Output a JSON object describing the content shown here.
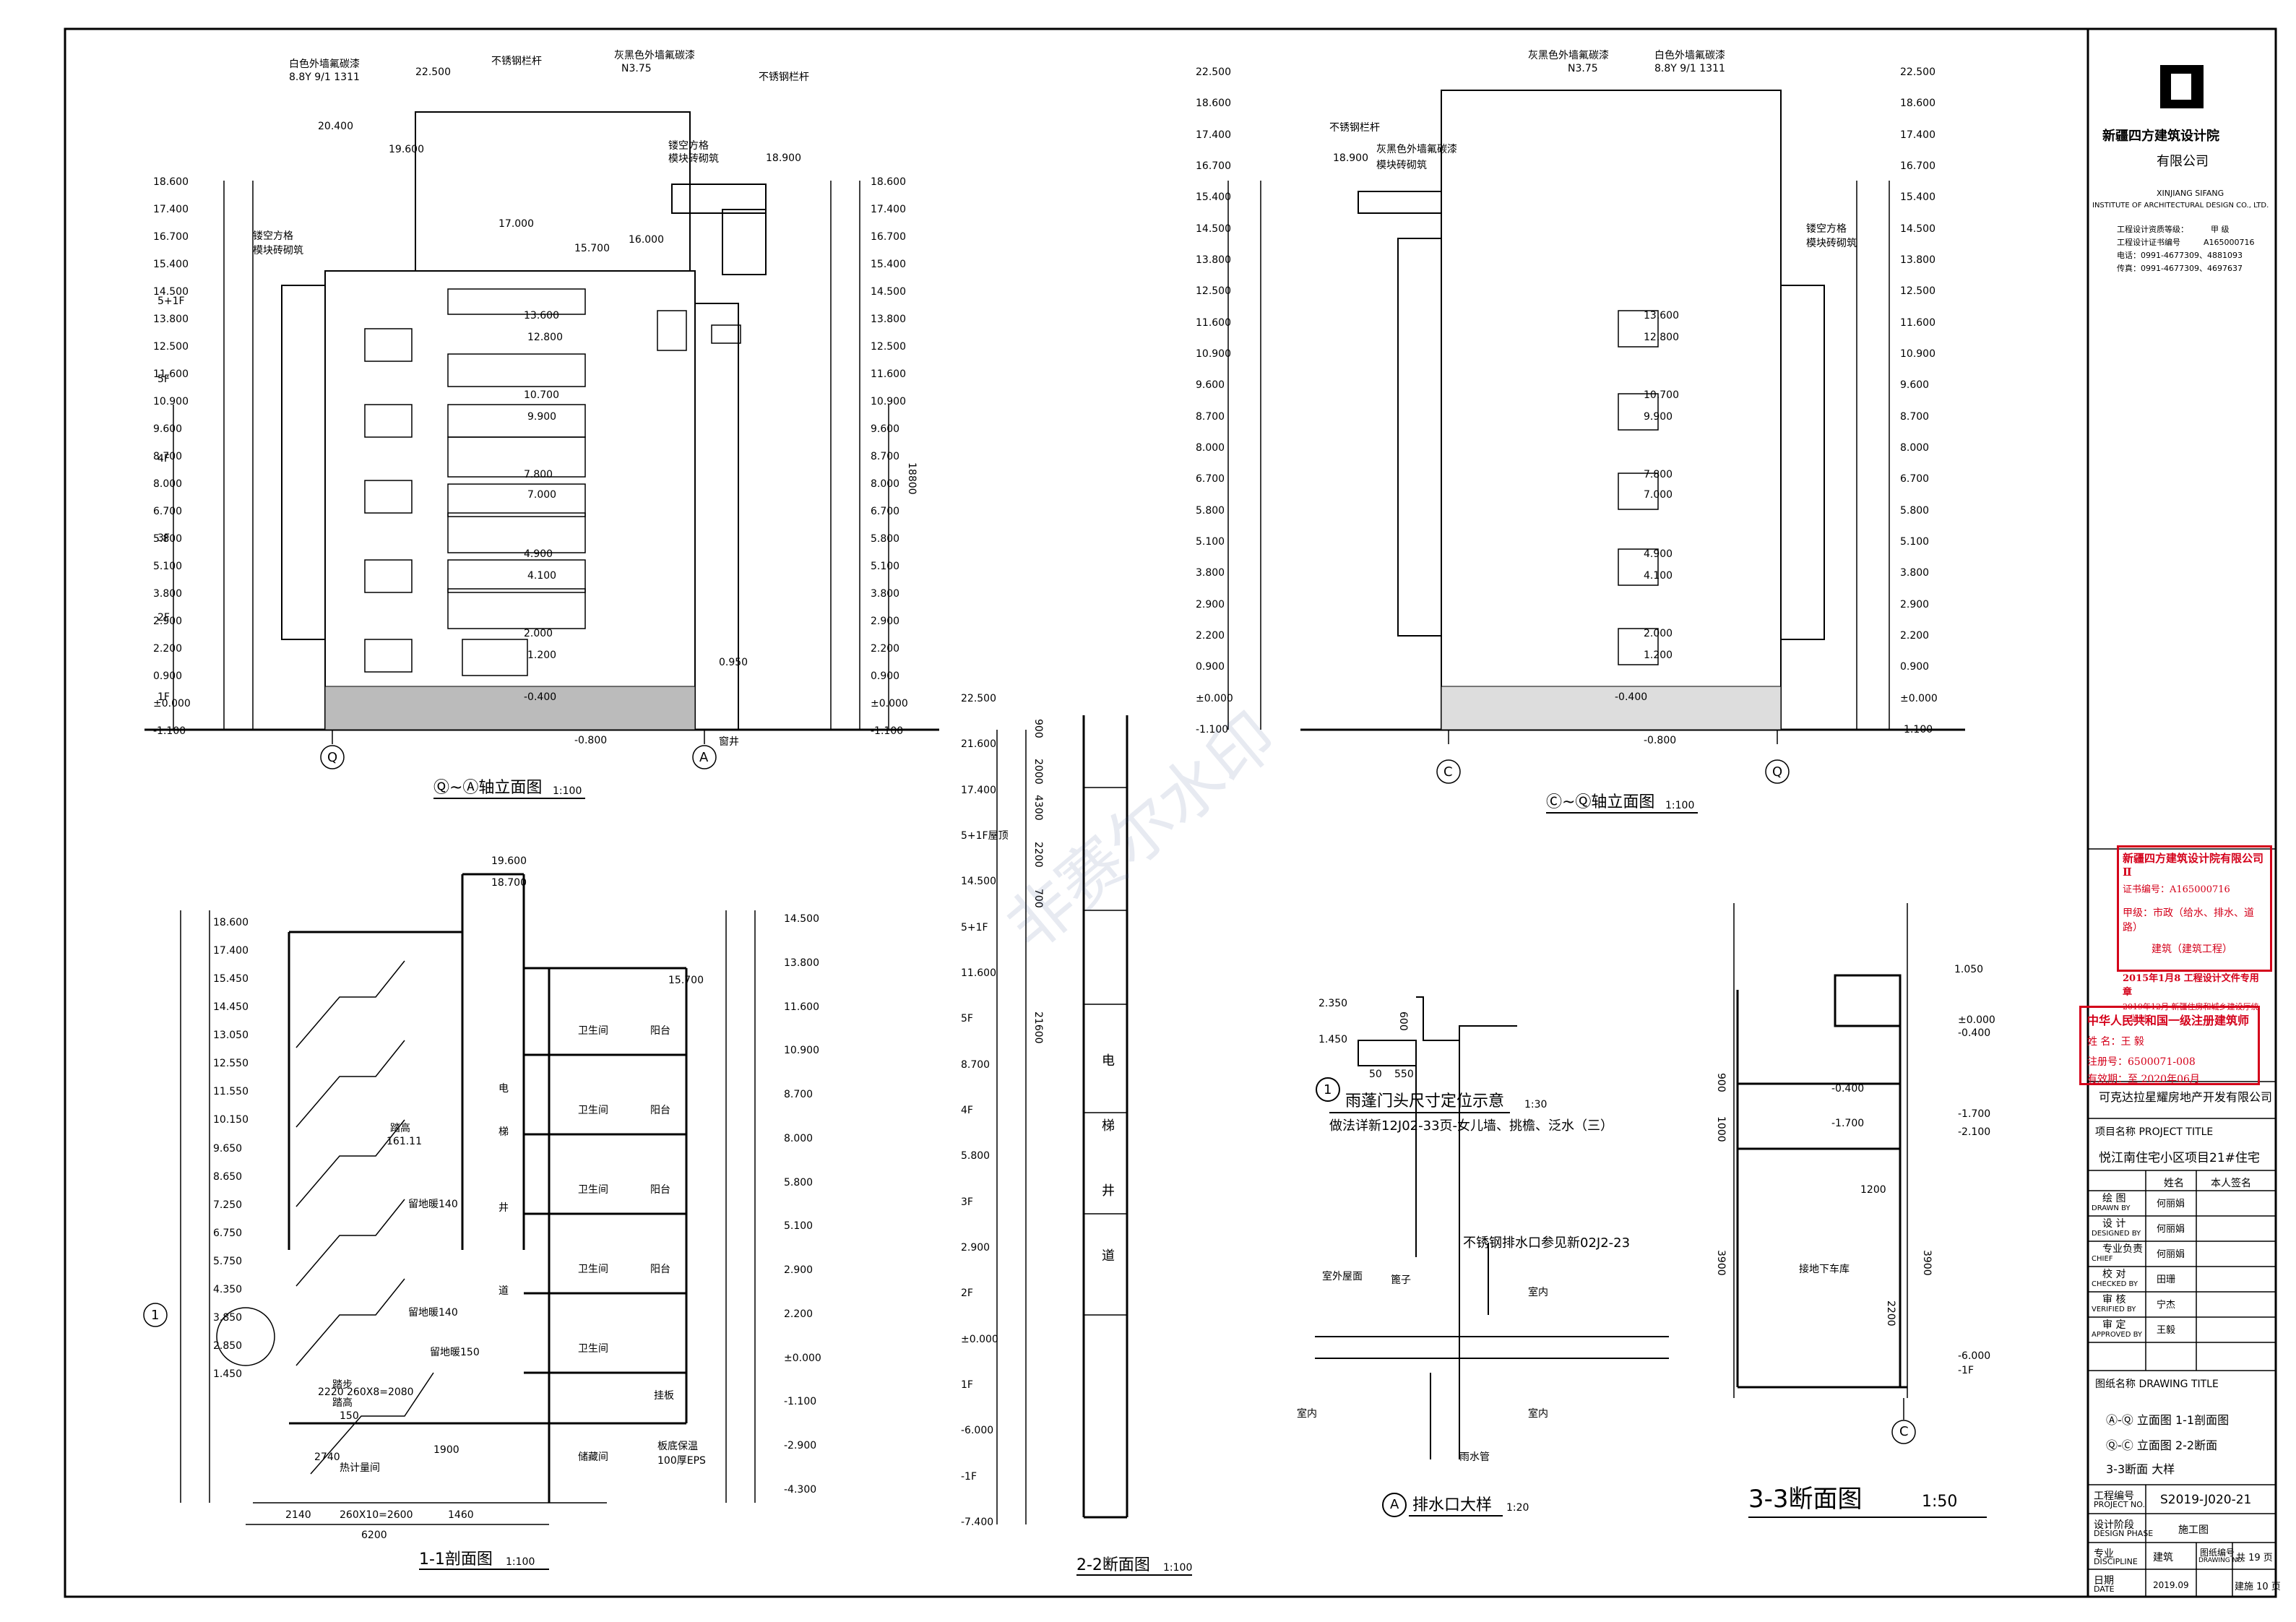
{
  "elevation_left": {
    "title": "Ⓠ~Ⓐ轴立面图",
    "scale": "1:100",
    "notes": [
      "白色外墙氟碳漆",
      "8.8Y 9/1 1311",
      "不锈钢栏杆",
      "灰黑色外墙氟碳漆",
      "N3.75",
      "不锈钢栏杆",
      "镂空方格",
      "模块砖砌筑",
      "镂空方格",
      "模块砖砌筑"
    ],
    "level_labels": [
      "18.600",
      "17.400",
      "16.700",
      "15.400",
      "14.500",
      "13.800",
      "12.500",
      "11.600",
      "10.900",
      "9.600",
      "8.700",
      "8.000",
      "6.700",
      "5.800",
      "5.100",
      "3.800",
      "2.900",
      "2.200",
      "0.900",
      "±0.000",
      "-1.100"
    ],
    "inner_levels": [
      "22.500",
      "20.400",
      "19.600",
      "18.900",
      "17.000",
      "15.700",
      "16.000",
      "13.600",
      "12.800",
      "10.700",
      "9.900",
      "7.800",
      "7.000",
      "4.900",
      "4.100",
      "2.000",
      "1.200",
      "0.950",
      "-0.400",
      "-0.800"
    ],
    "floors": [
      "5+1F",
      "5F",
      "4F",
      "3F",
      "2F",
      "1F"
    ],
    "axis_left": "Q",
    "axis_right": "A",
    "misc": [
      "窗井",
      "18800"
    ]
  },
  "elevation_right": {
    "title": "Ⓒ~Ⓠ轴立面图",
    "scale": "1:100",
    "notes": [
      "灰黑色外墙氟碳漆",
      "N3.75",
      "白色外墙氟碳漆",
      "8.8Y 9/1 1311",
      "不锈钢栏杆",
      "灰黑色外墙氟碳漆",
      "模块砖砌筑",
      "镂空方格",
      "模块砖砌筑"
    ],
    "level_labels": [
      "22.500",
      "18.600",
      "17.400",
      "16.700",
      "15.400",
      "14.500",
      "13.800",
      "12.500",
      "11.600",
      "10.900",
      "9.600",
      "8.700",
      "8.000",
      "6.700",
      "5.800",
      "5.100",
      "3.800",
      "2.900",
      "2.200",
      "0.900",
      "±0.000",
      "-1.100"
    ],
    "inner_levels": [
      "18.900",
      "13.600",
      "12.800",
      "10.700",
      "9.900",
      "7.800",
      "7.000",
      "4.900",
      "4.100",
      "2.000",
      "1.200",
      "-0.400",
      "-0.800"
    ],
    "axis_left": "C",
    "axis_right": "Q"
  },
  "section_1": {
    "title": "1-1剖面图",
    "scale": "1:100",
    "rooms": [
      "电",
      "梯",
      "井",
      "道",
      "卫生间",
      "阳台",
      "卫生间",
      "阳台",
      "卫生间",
      "阳台",
      "卫生间",
      "阳台",
      "卫生间",
      "储藏间"
    ],
    "labels": [
      "踏步",
      "留地暖140",
      "留地暖140",
      "留地暖150",
      "热计量间",
      "板底保温",
      "100厚EPS",
      "挂板",
      "踏高",
      "161.11",
      "踏高",
      "150"
    ],
    "levels": [
      "18.600",
      "17.400",
      "15.450",
      "14.450",
      "13.050",
      "12.550",
      "11.550",
      "10.150",
      "9.650",
      "8.650",
      "7.250",
      "6.750",
      "5.750",
      "4.350",
      "3.850",
      "2.850",
      "1.450",
      "19.600",
      "18.700",
      "15.700",
      "14.500",
      "13.800",
      "11.600",
      "10.900",
      "8.700",
      "8.000",
      "5.800",
      "5.100",
      "2.900",
      "2.200",
      "±0.000",
      "-1.100",
      "-2.900",
      "-4.300"
    ],
    "dims": [
      "2140",
      "260X10=2600",
      "1460",
      "6200",
      "2220",
      "260X8=2080",
      "2740",
      "1900"
    ]
  },
  "section_2": {
    "title": "2-2断面图",
    "scale": "1:100",
    "text": [
      "电",
      "梯",
      "井",
      "道"
    ],
    "levels": [
      "22.500",
      "21.600",
      "17.400",
      "5+1F屋顶",
      "14.500",
      "5+1F",
      "11.600",
      "5F",
      "8.700",
      "4F",
      "5.800",
      "3F",
      "2.900",
      "2F",
      "±0.000",
      "1F",
      "-6.000",
      "-1F",
      "-7.400"
    ],
    "dims": [
      "900",
      "2000",
      "4300",
      "2200",
      "700",
      "21600"
    ]
  },
  "detail_canopy": {
    "number": "1",
    "title": "雨蓬门头尺寸定位示意",
    "scale": "1:30",
    "note": "做法详新12J02-33页-女儿墙、挑檐、泛水（三）",
    "levels": [
      "2.350",
      "1.450"
    ],
    "dims": [
      "50",
      "550",
      "600"
    ]
  },
  "detail_drain": {
    "letter": "A",
    "title": "排水口大样",
    "scale": "1:20",
    "labels": [
      "不锈钢排水口参见新02J2-23",
      "室外屋面",
      "篦子",
      "室内",
      "室内",
      "室内",
      "雨水管"
    ]
  },
  "section_3": {
    "title": "3-3断面图",
    "scale": "1:50",
    "labels": [
      "接地下车库"
    ],
    "levels": [
      "1.050",
      "±0.000",
      "-0.400",
      "-0.400",
      "-1.700",
      "-2.100",
      "-1.700",
      "-6.000",
      "-1F"
    ],
    "dims": [
      "900",
      "1000",
      "1200",
      "3900",
      "2200",
      "3900"
    ],
    "axis": "C"
  },
  "title_block": {
    "logo_letter": "D",
    "company_cn": "新疆四方建筑设计院",
    "company_sub": "有限公司",
    "company_en1": "XINJIANG SIFANG",
    "company_en2": "INSTITUTE OF ARCHITECTURAL DESIGN CO., LTD.",
    "qual_label": "工程设计资质等级：",
    "qual_value": "甲  级",
    "cert_label": "工程设计证书编号",
    "cert_value": "A165000716",
    "tel": "电话：0991-4677309、4881093",
    "fax": "传真：0991-4677309、4697637",
    "stamp1": {
      "line1": "新疆四方建筑设计院有限公司Ⅱ",
      "line2": "证书编号：A165000716",
      "line3": "甲级：市政（给水、排水、道路）",
      "line4": "建筑（建筑工程）",
      "line5": "2015年1月8  工程设计文件专用章",
      "line6": "2019年12月  新疆住房和城乡建设厅统一监制"
    },
    "stamp2": {
      "line1": "中华人民共和国一级注册建筑师",
      "line2": "姓  名：王  毅",
      "line3": "注册号：6500071-008",
      "line4": "有效期：至 2020年06月"
    },
    "client": "可克达拉星耀房地产开发有限公司",
    "project_label": "项目名称 PROJECT TITLE",
    "project": "悦江南住宅小区项目21#住宅",
    "sign_header1": "姓名",
    "sign_header2": "本人签名",
    "roles": [
      {
        "cn": "绘  图",
        "en": "DRAWN BY",
        "name": "何丽娟"
      },
      {
        "cn": "设  计",
        "en": "DESIGNED BY",
        "name": "何丽娟"
      },
      {
        "cn": "专业负责",
        "en": "CHIEF",
        "name": "何丽娟"
      },
      {
        "cn": "校  对",
        "en": "CHECKED BY",
        "name": "田珊"
      },
      {
        "cn": "审  核",
        "en": "VERIFIED BY",
        "name": "宁杰"
      },
      {
        "cn": "审  定",
        "en": "APPROVED BY",
        "name": "王毅"
      }
    ],
    "drawing_title_label": "图纸名称 DRAWING TITLE",
    "drawing_titles": [
      "Ⓐ-Ⓠ 立面图  1-1剖面图",
      "Ⓠ-Ⓒ 立面图  2-2断面",
      "3-3断面    大样"
    ],
    "project_no_label": "工程编号",
    "project_no_en": "PROJECT NO.",
    "project_no": "S2019-J020-21",
    "phase_label": "设计阶段",
    "phase_en": "DESIGN PHASE",
    "phase": "施工图",
    "discipline_label": "专业",
    "discipline_en": "DISCIPLINE",
    "discipline": "建筑",
    "drawing_no_label": "图纸编号",
    "drawing_no_en": "DRAWING NO.",
    "sheets_total": "共 19 页",
    "date_label": "日期",
    "date_en": "DATE",
    "date": "2019.09",
    "sheet_no": "建施 10 页"
  },
  "watermark": "非赛尔水印"
}
